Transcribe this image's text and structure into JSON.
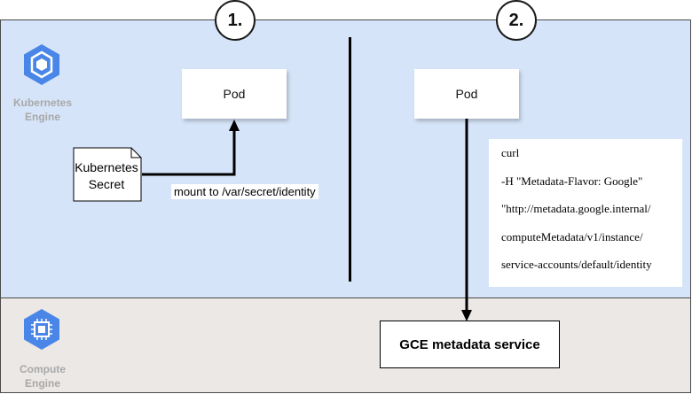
{
  "steps": {
    "one": "1.",
    "two": "2."
  },
  "kubernetes": {
    "label_line1": "Kubernetes",
    "label_line2": "Engine",
    "icon": "kubernetes-engine-icon"
  },
  "compute": {
    "label_line1": "Compute",
    "label_line2": "Engine",
    "icon": "compute-engine-icon"
  },
  "pods": {
    "left_label": "Pod",
    "right_label": "Pod"
  },
  "secret": {
    "line1": "Kubernetes",
    "line2": "Secret"
  },
  "mount_label": "mount to /var/secret/identity",
  "curl_lines": [
    "curl",
    "-H \"Metadata-Flavor: Google\"",
    "\"http://metadata.google.internal/",
    "computeMetadata/v1/instance/",
    "service-accounts/default/identity"
  ],
  "gce_service": "GCE metadata service",
  "colors": {
    "kubernetes_zone": "#d6e4f9",
    "compute_zone": "#ebe8e6",
    "logo_blue": "#4a86e8",
    "logo_label": "#a8a8a8"
  }
}
